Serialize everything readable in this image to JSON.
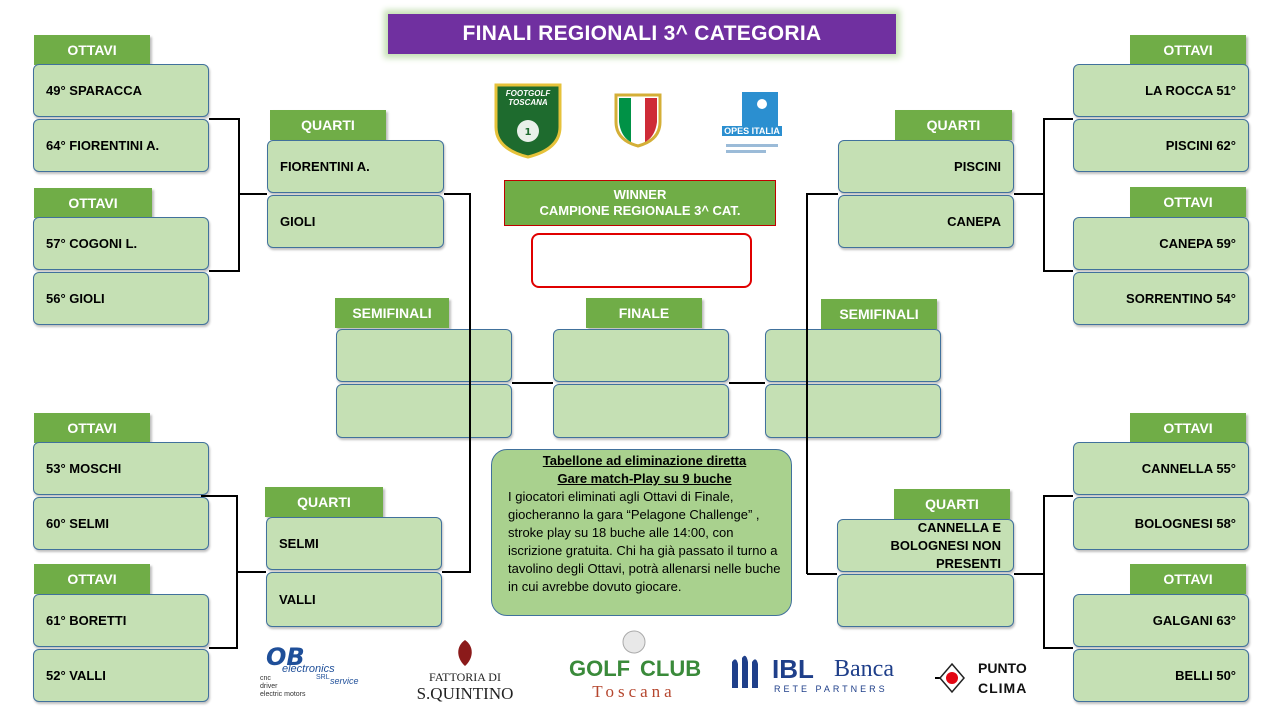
{
  "title": "FINALI REGIONALI 3^ CATEGORIA",
  "labels": {
    "ottavi": "OTTAVI",
    "quarti": "QUARTI",
    "semifinali": "SEMIFINALI",
    "finale": "FINALE"
  },
  "winner": {
    "line1": "WINNER",
    "line2": "CAMPIONE REGIONALE 3^ CAT."
  },
  "left": {
    "ottavi": [
      "49° SPARACCA",
      "64° FIORENTINI A.",
      "57° COGONI L.",
      "56° GIOLI",
      "53° MOSCHI",
      "60° SELMI",
      "61° BORETTI",
      "52° VALLI"
    ],
    "quarti": [
      "FIORENTINI A.",
      "GIOLI",
      "SELMI",
      "VALLI"
    ]
  },
  "right": {
    "ottavi": [
      "LA ROCCA 51°",
      "PISCINI 62°",
      "CANEPA 59°",
      "SORRENTINO 54°",
      "CANNELLA 55°",
      "BOLOGNESI 58°",
      "GALGANI 63°",
      "BELLI 50°"
    ],
    "quarti": [
      "PISCINI",
      "CANEPA",
      "CANNELLA E BOLOGNESI NON PRESENTI",
      ""
    ]
  },
  "info": {
    "title": "Tabellone ad eliminazione diretta",
    "subtitle": "Gare match-Play su 9 buche",
    "body": "I giocatori eliminati agli Ottavi di Finale, giocheranno la gara “Pelagone Challenge” , stroke play su 18 buche alle 14:00, con iscrizione gratuita. Chi ha già passato il turno a tavolino degli Ottavi, potrà allenarsi nelle buche in cui avrebbe dovuto giocare."
  },
  "logos": {
    "footgolf": "FOOTGOLF TOSCANA",
    "opes": "OPES ITALIA",
    "ob_main": "OB",
    "ob_sub": "electronics",
    "ob_srl": "SRL",
    "ob_service": "service",
    "ob_lines": [
      "cnc",
      "driver",
      "electric motors"
    ],
    "fattoria_1": "FATTORIA DI",
    "fattoria_2": "S.QUINTINO",
    "golf_1": "GOLF",
    "golf_2": "CLUB",
    "golf_3": "Toscana",
    "ibl_1": "IBL",
    "ibl_2": "Banca",
    "ibl_3": "RETE PARTNERS",
    "punto_1": "PUNTO",
    "punto_2": "CLIMA"
  },
  "colors": {
    "title_bg": "#7030a0",
    "label_bg": "#70ad47",
    "box_bg": "#c5e0b4",
    "box_border": "#41719c",
    "winner_border": "#e00000"
  }
}
